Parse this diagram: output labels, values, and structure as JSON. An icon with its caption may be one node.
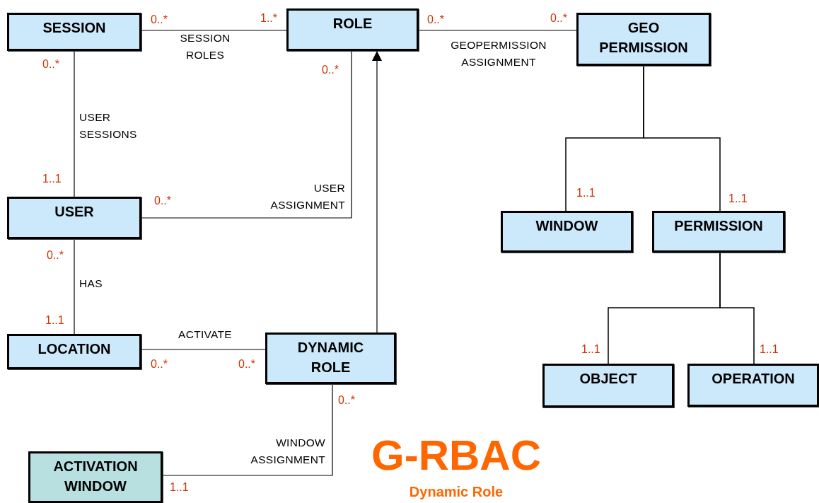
{
  "diagram": {
    "title": "G-RBAC",
    "caption": "Dynamic Role",
    "nodes": [
      {
        "text": [
          "SESSION"
        ]
      },
      {
        "text": [
          "ROLE"
        ]
      },
      {
        "text": [
          "GEO PERMISSION"
        ]
      },
      {
        "text": [
          "USER"
        ]
      },
      {
        "text": [
          "WINDOW"
        ]
      },
      {
        "text": [
          "PERMISSION"
        ]
      },
      {
        "text": [
          "LOCATION"
        ]
      },
      {
        "text": [
          "DYNAMIC ROLE"
        ]
      },
      {
        "text": [
          "OBJECT"
        ]
      },
      {
        "text": [
          "OPERATION"
        ]
      },
      {
        "text": [
          "ACTIVATION WINDOW"
        ]
      }
    ],
    "edges": [
      {
        "from": 0,
        "to": 1,
        "arrow": "none",
        "label": "SESSION ROLES"
      },
      {
        "from": 1,
        "to": 2,
        "arrow": "none",
        "label": "GEOPERMISSION ASSIGNMENT"
      },
      {
        "from": 0,
        "to": 3,
        "arrow": "none",
        "label": "USER SESSIONS"
      },
      {
        "from": 3,
        "to": 1,
        "arrow": "none",
        "label": "USER ASSIGNMENT"
      },
      {
        "from": 7,
        "to": 1,
        "arrow": "to"
      },
      {
        "from": 3,
        "to": 6,
        "arrow": "none",
        "label": "HAS"
      },
      {
        "from": 6,
        "to": 7,
        "arrow": "none",
        "label": "ACTIVATE"
      },
      {
        "from": 7,
        "to": 10,
        "arrow": "none",
        "label": "WINDOW ASSIGNMENT"
      },
      {
        "from": 2,
        "to": 4,
        "arrow": "other"
      },
      {
        "from": 2,
        "to": 5,
        "arrow": "other"
      },
      {
        "from": 5,
        "to": 8,
        "arrow": "other"
      },
      {
        "from": 5,
        "to": 9,
        "arrow": "other"
      }
    ],
    "labels": [
      "0..*",
      "1..*",
      "0..*",
      "0..*",
      "0..*",
      "0..*",
      "1..1",
      "0..*",
      "1..1",
      "1..1",
      "0..*",
      "1..1",
      "1..1",
      "1..1",
      "0..*",
      "0..*",
      "0..*",
      "1..1"
    ]
  }
}
